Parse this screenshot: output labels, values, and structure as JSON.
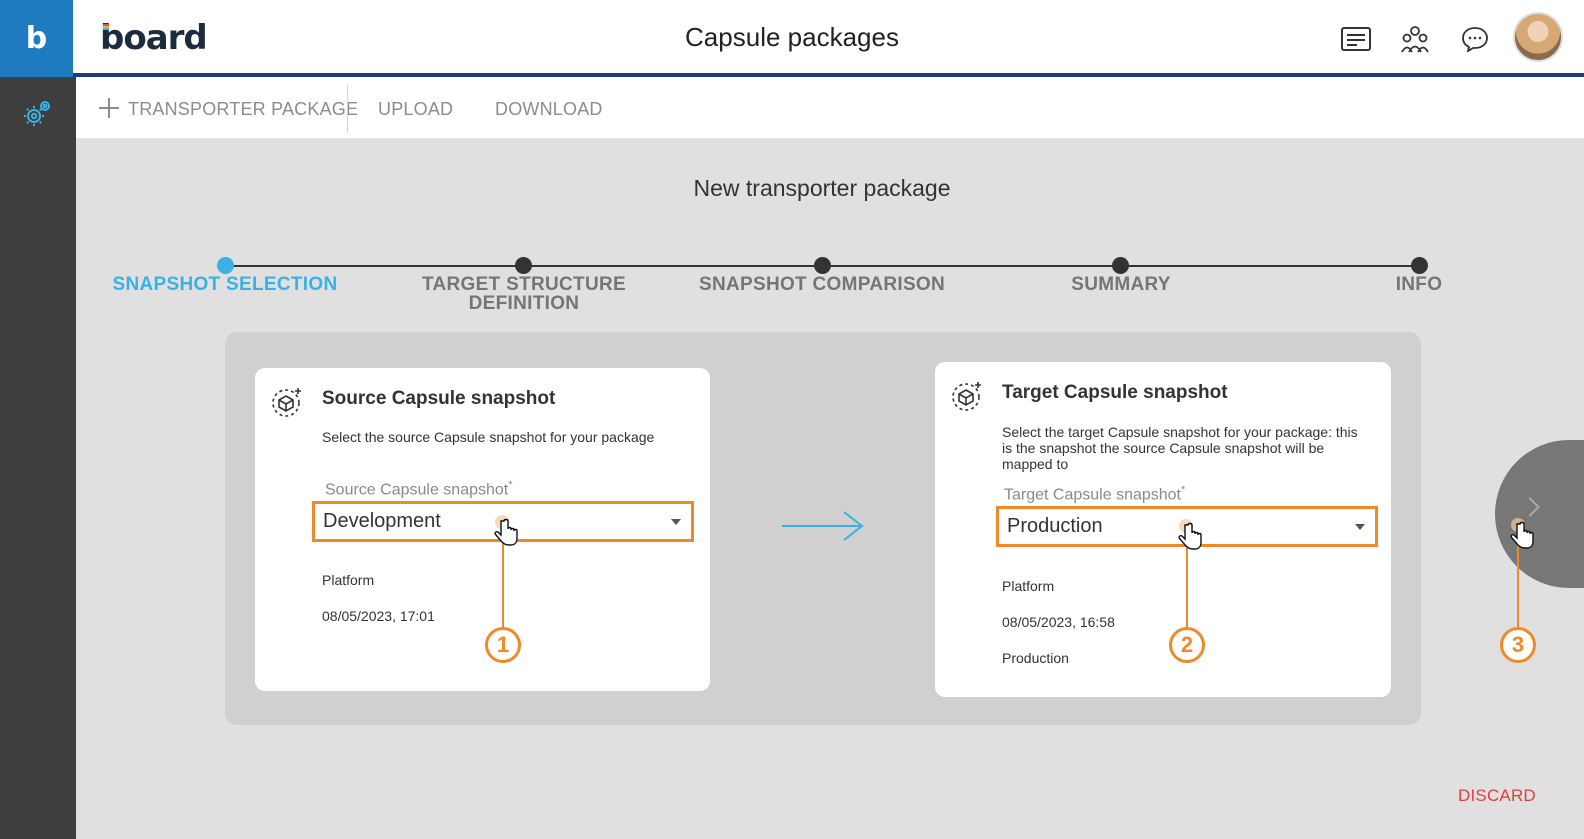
{
  "header": {
    "logo_letter": "b",
    "brand": "board",
    "title": "Capsule packages"
  },
  "toolbar": {
    "new_package_label": "TRANSPORTER PACKAGE",
    "upload_label": "UPLOAD",
    "download_label": "DOWNLOAD"
  },
  "wizard": {
    "title": "New transporter package",
    "steps": [
      {
        "label": "SNAPSHOT SELECTION",
        "active": true
      },
      {
        "label": "TARGET STRUCTURE DEFINITION",
        "active": false
      },
      {
        "label": "SNAPSHOT COMPARISON",
        "active": false
      },
      {
        "label": "SUMMARY",
        "active": false
      },
      {
        "label": "INFO",
        "active": false
      }
    ],
    "steps_text": {
      "s1": "SNAPSHOT SELECTION",
      "s2a": "TARGET STRUCTURE",
      "s2b": "DEFINITION",
      "s3": "SNAPSHOT COMPARISON",
      "s4": "SUMMARY",
      "s5": "INFO"
    }
  },
  "source": {
    "title": "Source Capsule snapshot",
    "description": "Select the source Capsule snapshot for your package",
    "field_label": "Source Capsule snapshot",
    "required_mark": "*",
    "selected": "Development",
    "platform_label": "Platform",
    "timestamp": "08/05/2023, 17:01"
  },
  "target": {
    "title": "Target Capsule snapshot",
    "description_line1": "Select the target Capsule snapshot for your package: this",
    "description_line2": "is the snapshot the source Capsule snapshot will be",
    "description_line3": "mapped to",
    "field_label": "Target Capsule snapshot",
    "required_mark": "*",
    "selected": "Production",
    "platform_label": "Platform",
    "timestamp": "08/05/2023, 16:58",
    "environment": "Production"
  },
  "callouts": [
    "1",
    "2",
    "3"
  ],
  "actions": {
    "discard_label": "DISCARD"
  },
  "colors": {
    "accent": "#3ab1e6",
    "callout": "#ef8a2a",
    "header_bar": "#1e3c7c",
    "danger": "#e0403a"
  },
  "icons": [
    "settings-gear-icon",
    "form-list-icon",
    "community-icon",
    "chat-bubble-icon",
    "capsule-snapshot-icon",
    "arrow-right-icon",
    "chevron-right-icon",
    "hand-pointer-icon",
    "plus-icon"
  ]
}
